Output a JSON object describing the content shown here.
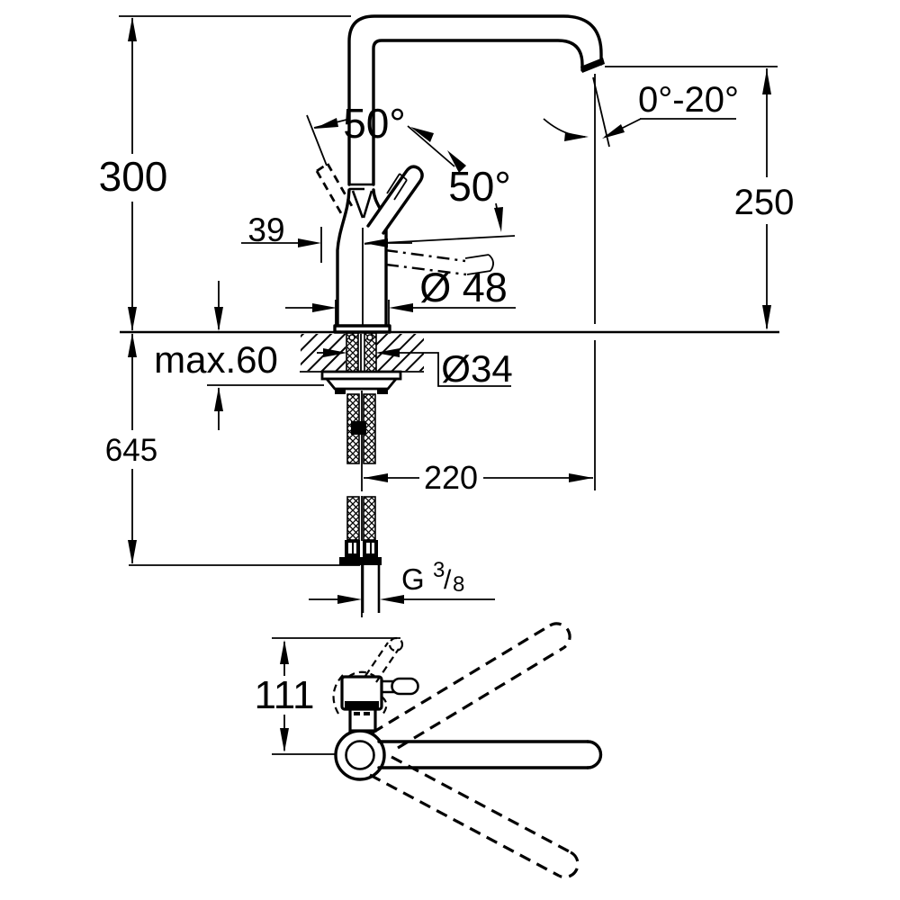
{
  "colors": {
    "line": "#000000",
    "background": "#ffffff"
  },
  "labels": {
    "height_above_counter": "300",
    "handle_offset": "39",
    "handle_swing_left": "50°",
    "handle_swing_right": "50°",
    "spout_tilt_range": "0°-20°",
    "outlet_height": "250",
    "base_diameter": "Ø 48",
    "max_counter_thickness": "max.60",
    "hole_diameter": "Ø34",
    "total_height": "645",
    "spout_reach": "220",
    "thread": {
      "g": "G",
      "numerator": "3",
      "slash": "/",
      "denominator": "8"
    },
    "plan_depth": "111"
  }
}
